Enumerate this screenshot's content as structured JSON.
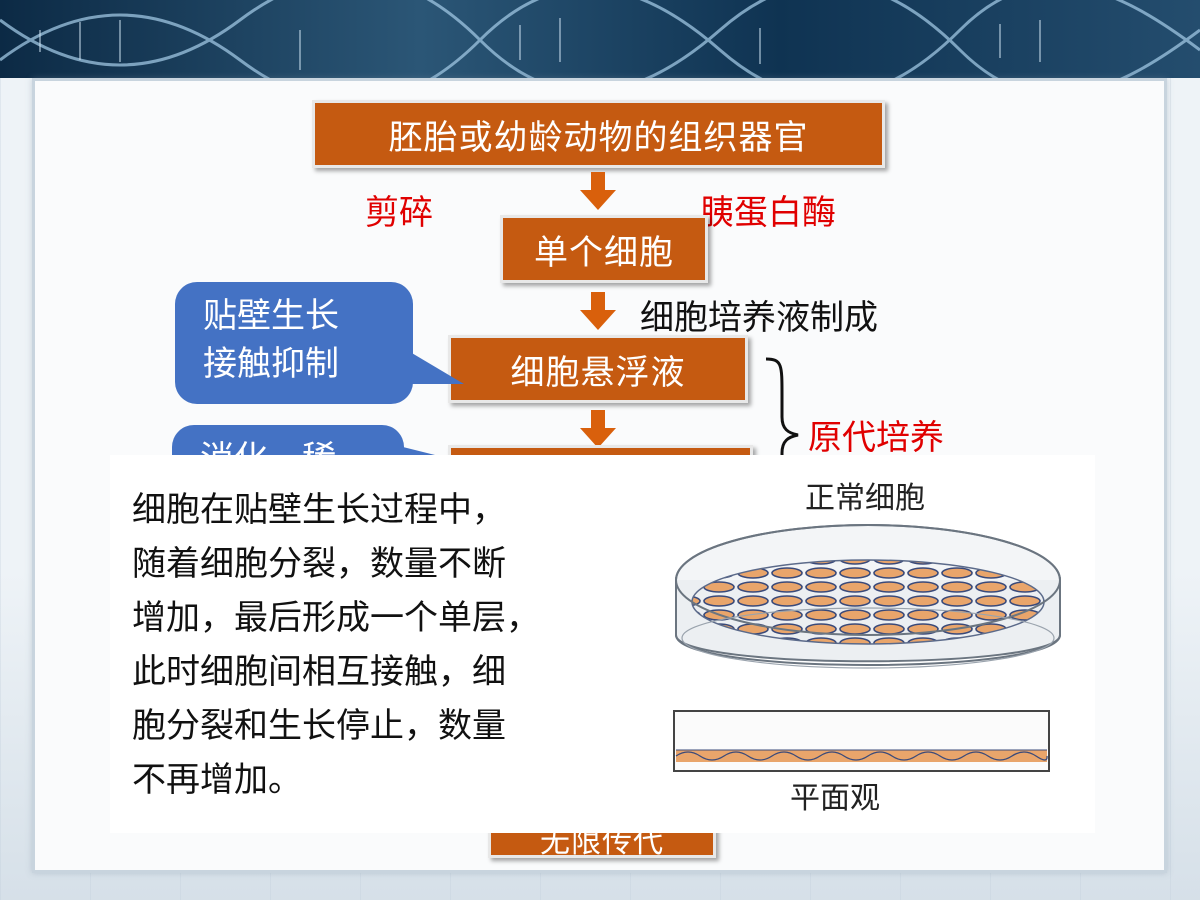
{
  "flow": {
    "step1": "胚胎或幼龄动物的组织器官",
    "label_left": "剪碎",
    "label_right": "胰蛋白酶",
    "step2": "单个细胞",
    "label_medium": "细胞培养液制成",
    "step3": "细胞悬浮液",
    "brace_label": "原代培养",
    "step_hidden_bottom": "无限传代"
  },
  "callouts": {
    "adherent": "贴壁生长\n接触抑制",
    "partial": "消化、稀"
  },
  "overlay": {
    "paragraph": "细胞在贴壁生长过程中，随着细胞分裂，数量不断增加，最后形成一个单层，此时细胞间相互接触，细胞分裂和生长停止，数量不再增加。",
    "lines": [
      "细胞在贴壁生长过程中，",
      "随着细胞分裂，数量不断",
      "增加，最后形成一个单层，",
      "此时细胞间相互接触，细",
      "胞分裂和生长停止，数量",
      "不再增加。"
    ],
    "diagram_top_label": "正常细胞",
    "diagram_bottom_label": "平面观"
  },
  "colors": {
    "box_fill": "#c55a11",
    "arrow": "#d9600c",
    "callout": "#4472c4",
    "red_text": "#e00000"
  }
}
